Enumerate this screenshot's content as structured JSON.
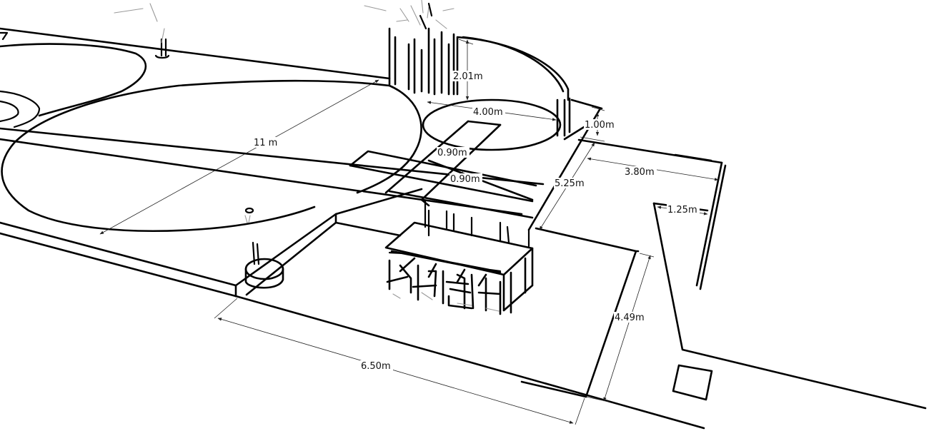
{
  "dimensions": {
    "d_2_01": "2.01m",
    "d_4_00": "4.00m",
    "d_1_00": "1.00m",
    "d_11": "11 m",
    "d_0_90_a": "0.90m",
    "d_0_90_b": "0.90m",
    "d_3_80": "3.80m",
    "d_5_25": "5.25m",
    "d_1_25": "1.25m",
    "d_4_49": "4.49m",
    "d_6_50": "6.50m"
  }
}
